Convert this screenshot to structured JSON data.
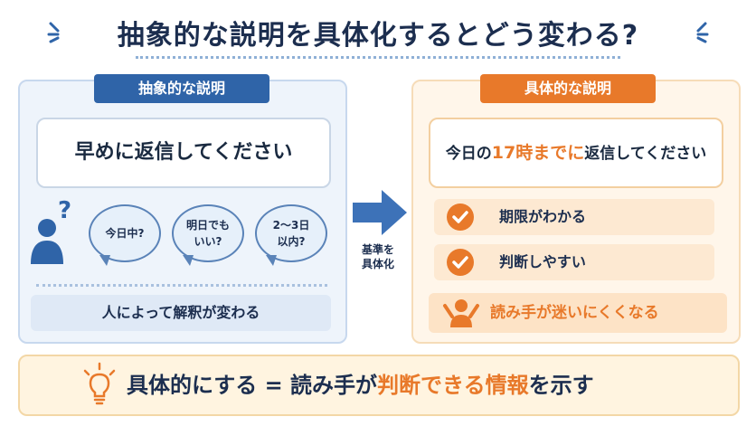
{
  "title": "抽象的な説明を具体化するとどう変わる?",
  "left": {
    "tag": "抽象的な説明",
    "card": "早めに返信してください",
    "bubbles": [
      "今日中?",
      "明日でも\nいい?",
      "2〜3日\n以内?"
    ],
    "bottom": "人によって解釈が変わる"
  },
  "arrow_label": "基準を\n具体化",
  "right": {
    "tag": "具体的な説明",
    "card_pre": "今日の",
    "card_hl": "17時までに",
    "card_post": "返信してください",
    "checks": [
      "期限がわかる",
      "判断しやすい"
    ],
    "bottom": "読み手が迷いにくくなる"
  },
  "summary": {
    "pre": "具体的にする = 読み手が",
    "hl": "判断できる情報",
    "post": "を示す"
  },
  "colors": {
    "blue": "#2f64a8",
    "orange": "#e8792a",
    "title": "#1c2e4f"
  },
  "icons": [
    "spark-icon",
    "person-icon",
    "question-icon",
    "arrow-right-icon",
    "check-icon",
    "cheer-person-icon",
    "lightbulb-icon"
  ]
}
